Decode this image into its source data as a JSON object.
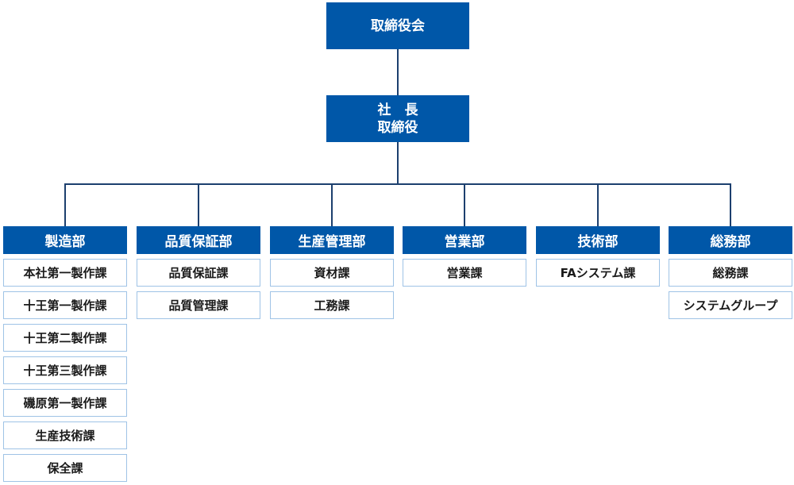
{
  "board": {
    "label": "取締役会"
  },
  "president": {
    "title": "社　長",
    "role": "取締役"
  },
  "departments": [
    {
      "name": "製造部",
      "sections": [
        "本社第一製作課",
        "十王第一製作課",
        "十王第二製作課",
        "十王第三製作課",
        "磯原第一製作課",
        "生産技術課",
        "保全課"
      ]
    },
    {
      "name": "品質保証部",
      "sections": [
        "品質保証課",
        "品質管理課"
      ]
    },
    {
      "name": "生産管理部",
      "sections": [
        "資材課",
        "工務課"
      ]
    },
    {
      "name": "営業部",
      "sections": [
        "営業課"
      ]
    },
    {
      "name": "技術部",
      "sections": [
        "FAシステム課"
      ]
    },
    {
      "name": "総務部",
      "sections": [
        "総務課",
        "システムグループ"
      ]
    }
  ],
  "colors": {
    "box_fill": "#0057a8",
    "section_border": "#9fc3e6",
    "connector": "#1c3f6e"
  }
}
